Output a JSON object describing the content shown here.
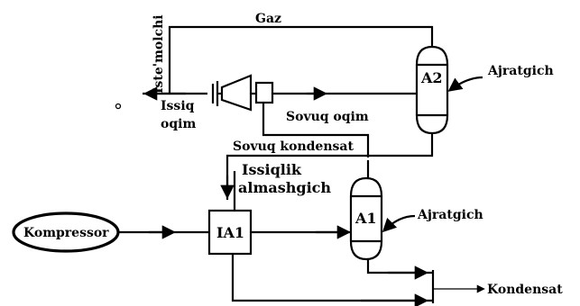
{
  "labels": {
    "gaz": "Gaz",
    "iste_molchi": "Iste'molchi",
    "issiq": "Issiq",
    "oqim": "oqim",
    "sovuq_oqim": "Sovuq oqim",
    "a2": "A2",
    "ajratgich_top": "Ajratgich",
    "sovuq_kondensat": "Sovuq kondensat",
    "issiqlik": "Issiqlik",
    "almashgich": "almashgich",
    "a1": "A1",
    "ajratgich_mid": "Ajratgich",
    "kompressor": "Kompressor",
    "ia1": "IA1",
    "kondensat": "Kondensat"
  }
}
